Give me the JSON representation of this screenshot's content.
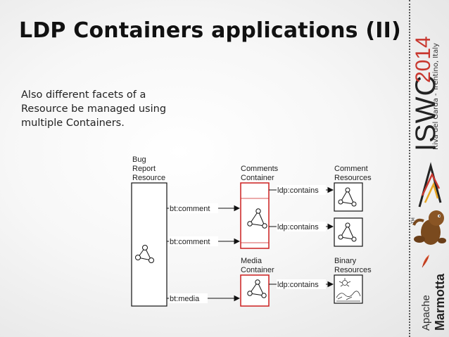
{
  "slide": {
    "title": "LDP Containers applications (II)",
    "body": "Also different facets of a Resource be managed using multiple Containers."
  },
  "diagram": {
    "bug_report_label": [
      "Bug",
      "Report",
      "Resource"
    ],
    "comments_container_label": [
      "Comments",
      "Container"
    ],
    "comment_resources_label": [
      "Comment",
      "Resources"
    ],
    "media_container_label": [
      "Media",
      "Container"
    ],
    "binary_resources_label": [
      "Binary",
      "Resources"
    ],
    "edges": {
      "comment_1": "bt:comment",
      "comment_2": "bt:comment",
      "media": "bt:media",
      "contains_1": "ldp:contains",
      "contains_2": "ldp:contains",
      "contains_3": "ldp:contains"
    }
  },
  "sidebar": {
    "conference": "ISWC",
    "year": "2014",
    "location": "Riva del Garda - Trentino, Italy",
    "apache": "Apache",
    "marmotta": "Marmotta",
    "tm": "TM"
  }
}
